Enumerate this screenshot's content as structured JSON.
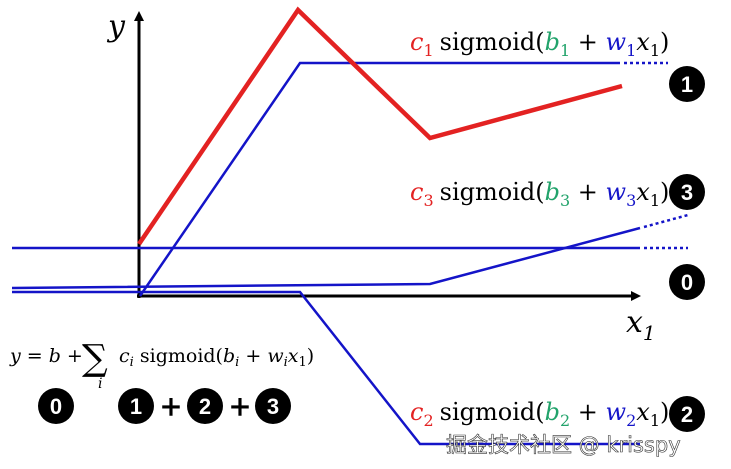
{
  "axes": {
    "y_label": "y",
    "x_label": "x",
    "x_sub": "1"
  },
  "colors": {
    "red": "#e32222",
    "blue": "#1414c8",
    "green": "#22a36b",
    "black": "#000000"
  },
  "curves": [
    {
      "id": "sum",
      "label": {
        "c": "c",
        "idx": "1",
        "func": "sigmoid(",
        "b": "b",
        "plus": " + ",
        "w": "w",
        "x": "x",
        "xsub": "1",
        "close": ")"
      },
      "badge": "1"
    },
    {
      "id": "c3",
      "label": {
        "c": "c",
        "idx": "3",
        "func": "sigmoid(",
        "b": "b",
        "plus": " + ",
        "w": "w",
        "x": "x",
        "xsub": "1",
        "close": ")"
      },
      "badge": "3"
    },
    {
      "id": "c0",
      "badge": "0"
    },
    {
      "id": "c2",
      "label": {
        "c": "c",
        "idx": "2",
        "func": "sigmoid(",
        "b": "b",
        "plus": " + ",
        "w": "w",
        "x": "x",
        "xsub": "1",
        "close": ")"
      },
      "badge": "2"
    }
  ],
  "formula": {
    "lhs": "y = b + ",
    "sum_sym": "∑",
    "sum_idx": "i",
    "c": "c",
    "c_sub": "i",
    "func": " sigmoid(",
    "b": "b",
    "b_sub": "i",
    "plus": " + ",
    "w": "w",
    "w_sub": "i",
    "x": "x",
    "x_sub": "1",
    "close": ")"
  },
  "bottom_row": {
    "badge0": "0",
    "badge1": "1",
    "plus1": "+",
    "badge2": "2",
    "plus2": "+",
    "badge3": "3"
  },
  "watermark": "掘金技术社区 @ krisspy"
}
